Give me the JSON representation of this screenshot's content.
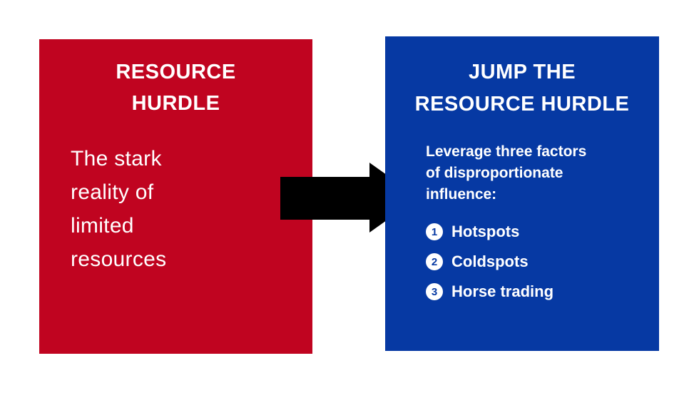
{
  "canvas": {
    "background": "#ffffff"
  },
  "left_box": {
    "role": "problem",
    "bg_color": "#c00420",
    "text_color": "#ffffff",
    "title_lines": [
      "RESOURCE",
      "HURDLE"
    ],
    "title_full": "RESOURCE HURDLE",
    "body_lines": [
      "The stark",
      "reality of",
      "limited",
      "resources"
    ],
    "body_full": "The stark reality of limited resources"
  },
  "arrow": {
    "name": "right-arrow",
    "color": "#000000",
    "direction": "right"
  },
  "right_box": {
    "role": "solution",
    "bg_color": "#0639a3",
    "text_color": "#ffffff",
    "title_lines": [
      "JUMP THE",
      "RESOURCE HURDLE"
    ],
    "title_full": "JUMP THE RESOURCE HURDLE",
    "body_lines": [
      "Leverage three factors",
      "of disproportionate",
      "influence:"
    ],
    "body_full": "Leverage three factors of disproportionate influence:",
    "list": {
      "items": [
        {
          "number": "1",
          "label": "Hotspots"
        },
        {
          "number": "2",
          "label": "Coldspots"
        },
        {
          "number": "3",
          "label": "Horse trading"
        }
      ]
    }
  }
}
